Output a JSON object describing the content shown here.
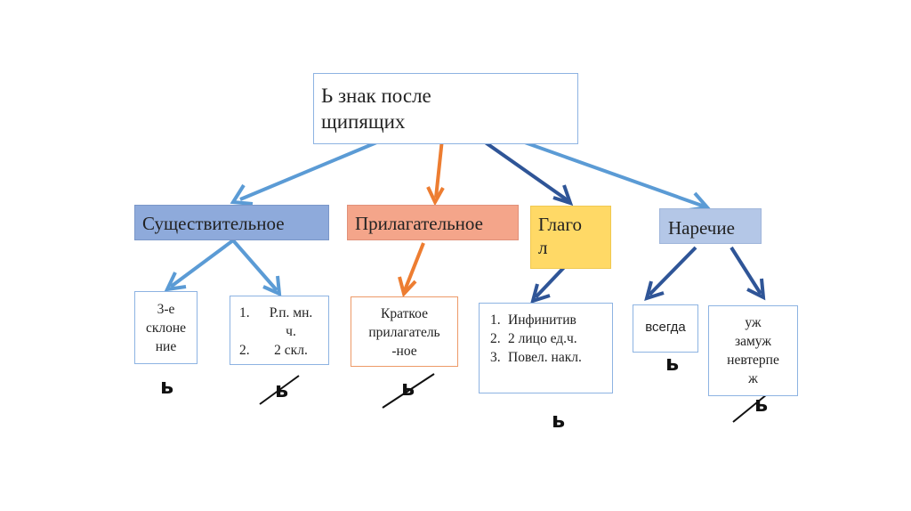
{
  "root": {
    "line1": "Ь знак после",
    "line2": "щипящих"
  },
  "categories": {
    "noun": "Существительное",
    "adjective": "Прилагательное",
    "verb": {
      "line1": "Глаго",
      "line2": "л"
    },
    "adverb": "Наречие"
  },
  "leaves": {
    "noun_a": {
      "line1": "3-е",
      "line2": "склоне",
      "line3": "ние"
    },
    "noun_b": [
      {
        "num": "1.",
        "line1": "Р.п. мн.",
        "line2": "ч."
      },
      {
        "num": "2.",
        "line1": "2 скл."
      }
    ],
    "adjective": {
      "line1": "Краткое",
      "line2": "прилагатель",
      "line3": "-ное"
    },
    "verb": [
      {
        "num": "1.",
        "text": "Инфинитив"
      },
      {
        "num": "2.",
        "text": "2 лицо ед.ч."
      },
      {
        "num": "3.",
        "text": "Повел. накл."
      }
    ],
    "adverb_a": "всегда",
    "adverb_b": {
      "line1": "уж",
      "line2": "замуж",
      "line3": "невтерпе",
      "line4": "ж"
    }
  },
  "signs": {
    "noun_a": "ь",
    "noun_b": "ь",
    "adjective": "ь",
    "verb": "ь",
    "adverb_a": "ь",
    "adverb_b": "ь"
  },
  "colors": {
    "light_blue_arrow": "#5b9bd5",
    "dark_blue_arrow": "#2f5597",
    "orange_arrow": "#ed7d31",
    "noun_fill": "#8eaadb",
    "adjective_fill": "#f4a58a",
    "verb_fill": "#ffd966",
    "adverb_fill": "#b4c7e7"
  }
}
